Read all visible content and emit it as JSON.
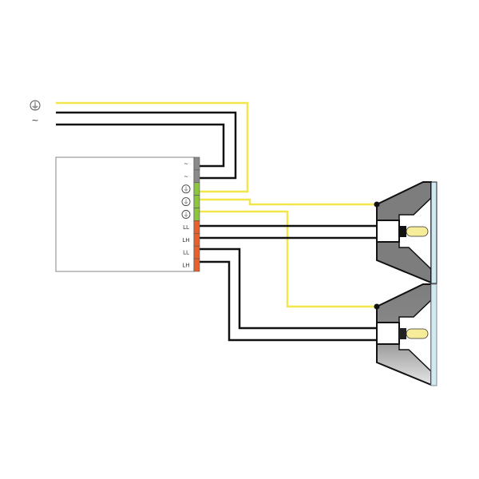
{
  "mains": {
    "earth_symbol": "⏚",
    "phase_symbol": "~"
  },
  "driver": {
    "terminals": [
      {
        "label": "~",
        "color": "#8a8a8a"
      },
      {
        "label": "~",
        "color": "#8a8a8a"
      },
      {
        "label": "⏚",
        "color": "#8cc63f"
      },
      {
        "label": "⏚",
        "color": "#8cc63f"
      },
      {
        "label": "⏚",
        "color": "#8cc63f"
      },
      {
        "label": "LL",
        "color": "#e8612c"
      },
      {
        "label": "LH",
        "color": "#e8612c"
      },
      {
        "label": "LL",
        "color": "#e8612c"
      },
      {
        "label": "LH",
        "color": "#e8612c"
      }
    ]
  },
  "colors": {
    "earth_wire": "#f2e64a",
    "live_wire": "#111111",
    "reflector": "#7d7d7d",
    "glass": "#cfeaf2",
    "bulb": "#f7ec9a"
  },
  "lamps": [
    "lamp-1",
    "lamp-2"
  ]
}
